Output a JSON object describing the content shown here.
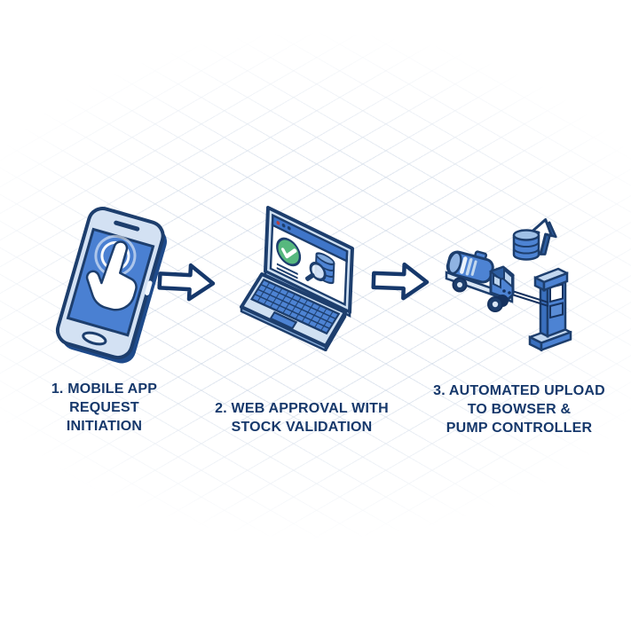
{
  "diagram": {
    "title_visible_text": "",
    "colors": {
      "outline_navy": "#1d3e6d",
      "text_navy": "#16386b",
      "fill_blue": "#4d83d3",
      "titlebar_blue": "#3f76c9",
      "pale_blue": "#cfe0f2",
      "light_blue": "#9fc0e6",
      "green_check": "#57b87e",
      "red_dot": "#b54040",
      "grid_line": "#c6d2e2",
      "background": "#ffffff"
    },
    "steps": [
      {
        "id": "1",
        "icon": "smartphone-tap-icon",
        "lines": [
          "1. MOBILE APP",
          "REQUEST",
          "INITIATION"
        ]
      },
      {
        "id": "2",
        "icon": "laptop-approval-icon",
        "lines": [
          "2. WEB APPROVAL WITH",
          "STOCK VALIDATION"
        ]
      },
      {
        "id": "3",
        "icon": "fuel-bowser-pump-icon",
        "lines": [
          "3. AUTOMATED UPLOAD",
          "TO BOWSER &",
          "PUMP CONTROLLER"
        ]
      }
    ],
    "connectors": [
      {
        "type": "arrow-right"
      },
      {
        "type": "arrow-right"
      }
    ]
  }
}
